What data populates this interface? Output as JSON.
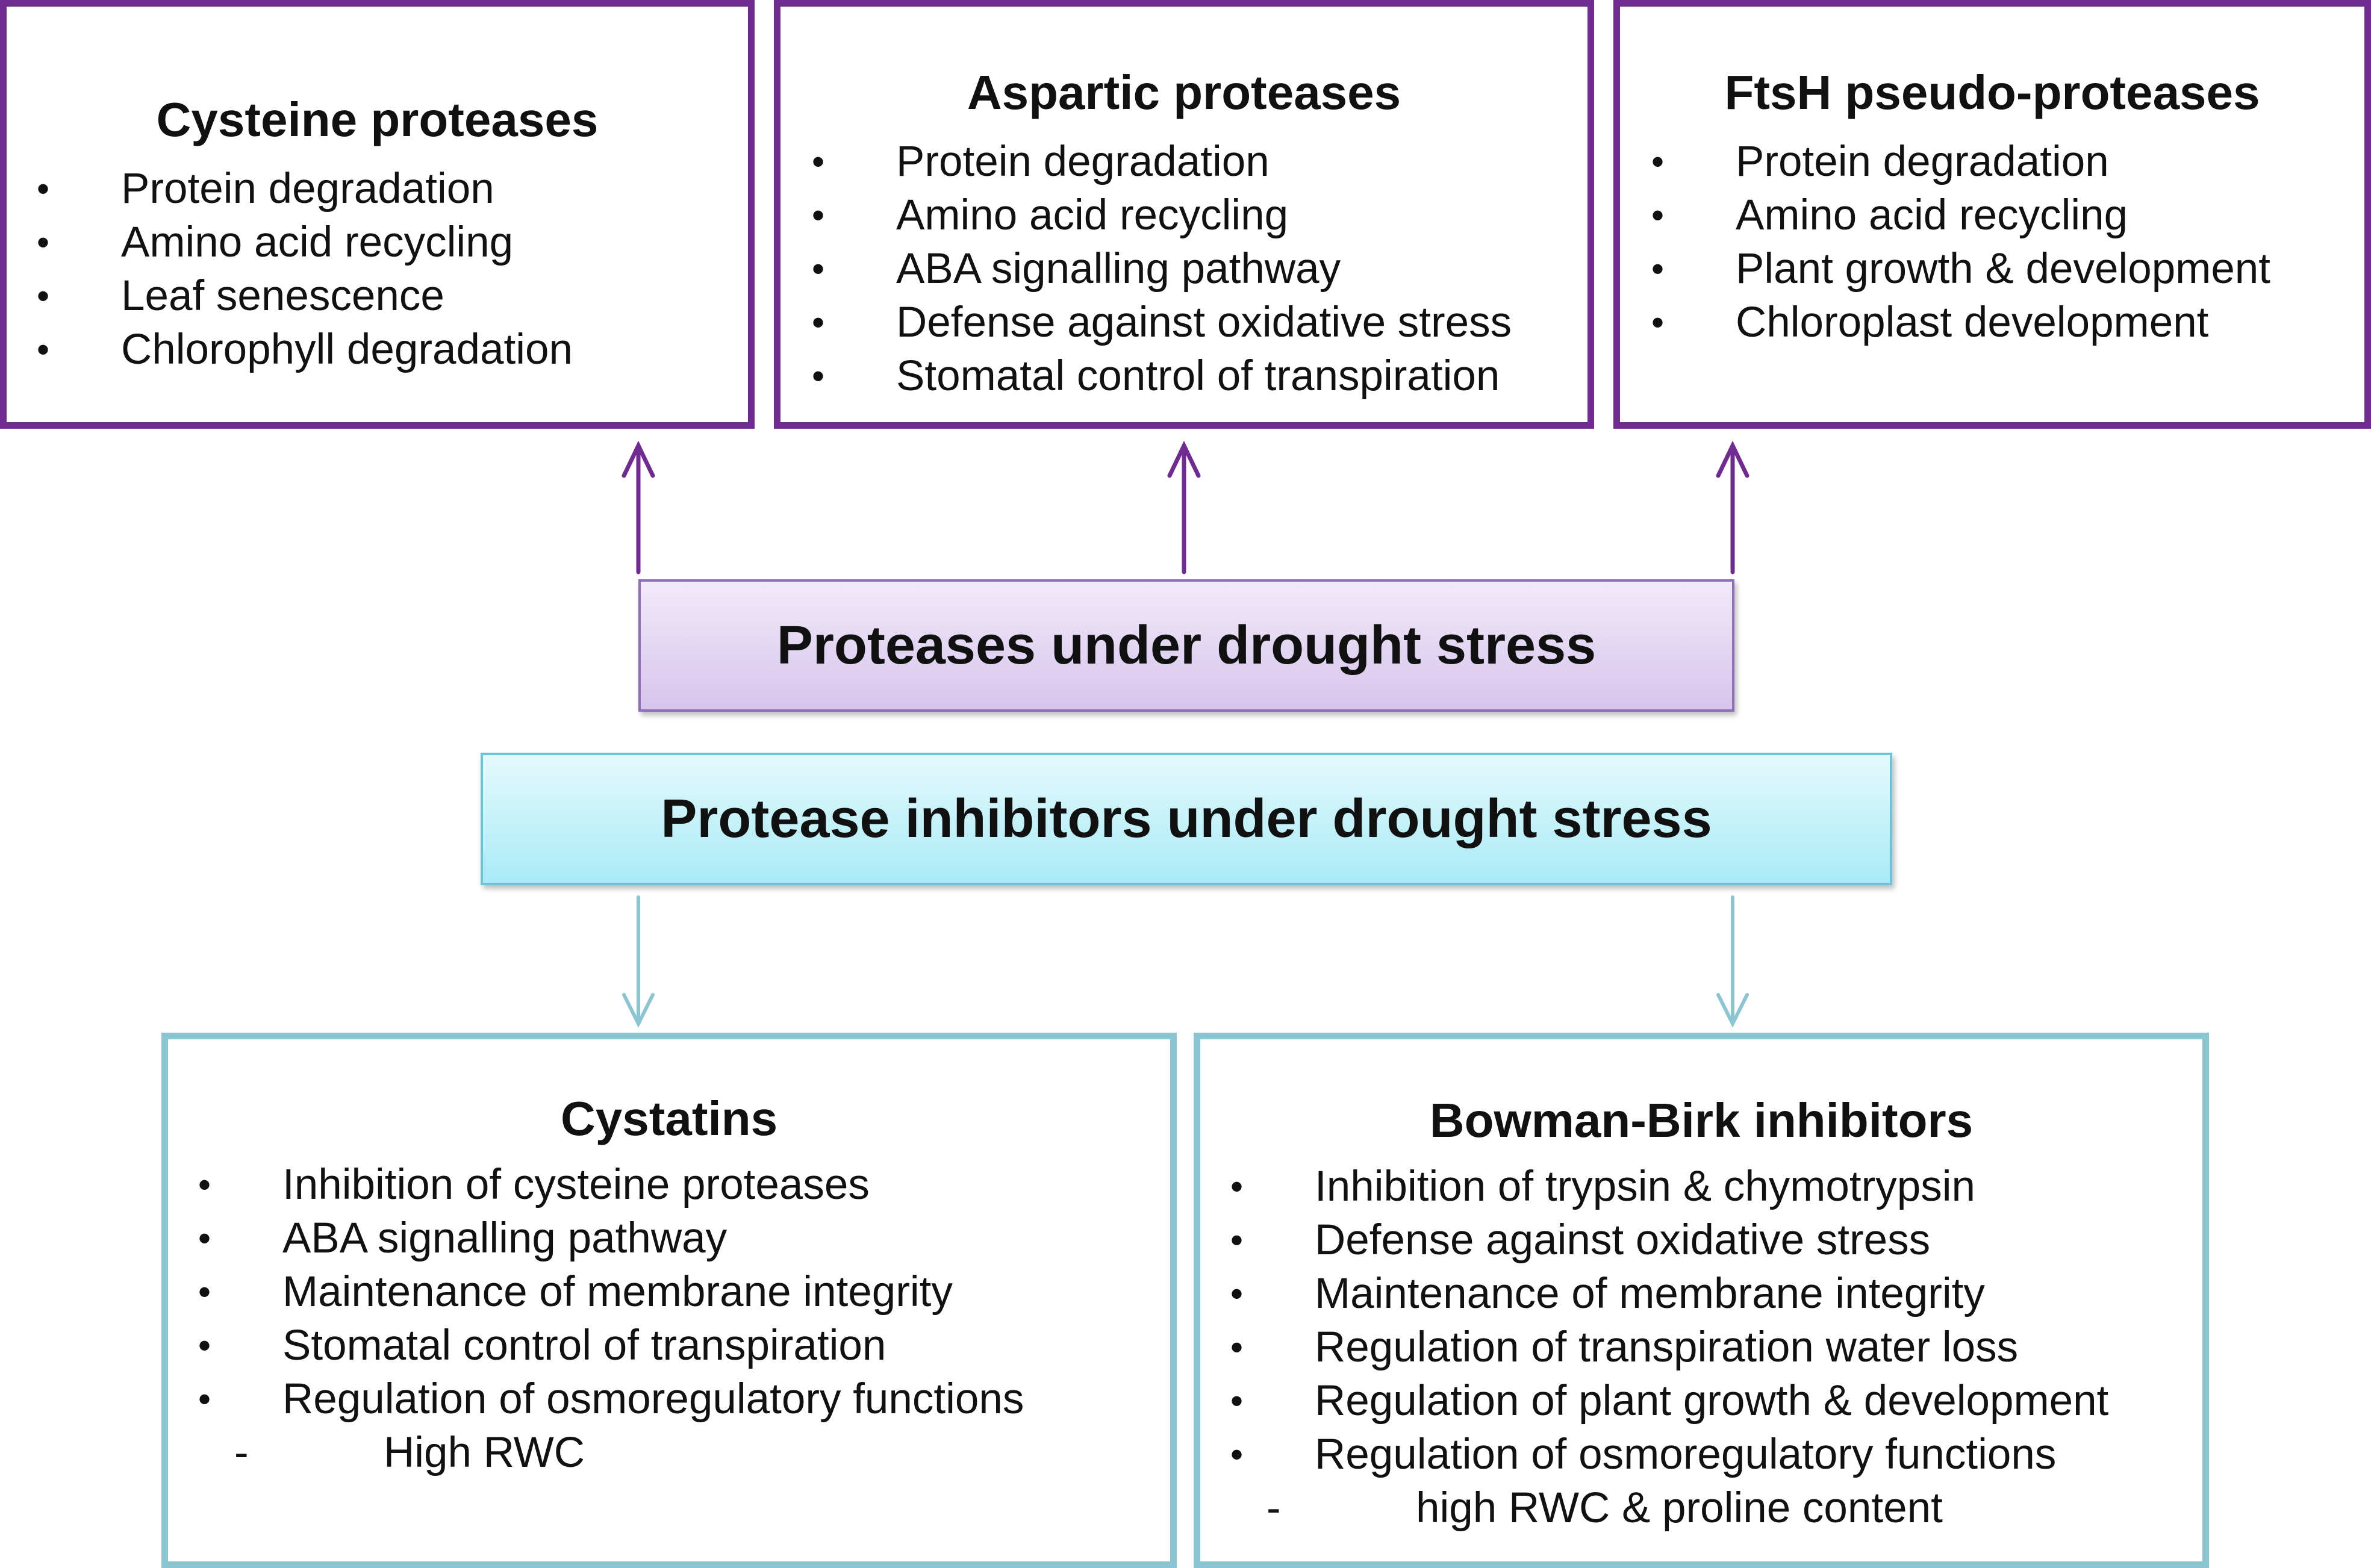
{
  "colors": {
    "purple": "#6f2b91",
    "blue": "#8cc5d2",
    "proteases_fill": "#e6dbf5",
    "inhibitors_fill": "#c8f1fa"
  },
  "cysteine": {
    "title": "Cysteine proteases",
    "items": [
      "Protein degradation",
      "Amino acid recycling",
      "Leaf senescence",
      "Chlorophyll degradation"
    ]
  },
  "aspartic": {
    "title": "Aspartic proteases",
    "items": [
      "Protein degradation",
      "Amino acid recycling",
      "ABA signalling pathway",
      "Defense against oxidative stress",
      "Stomatal control of transpiration"
    ]
  },
  "ftsh": {
    "title": "FtsH pseudo-proteases",
    "items": [
      "Protein degradation",
      "Amino acid recycling",
      "Plant growth & development",
      "Chloroplast development"
    ]
  },
  "proteases_center": "Proteases under drought stress",
  "inhibitors_center": "Protease inhibitors under drought stress",
  "cystatins": {
    "title": "Cystatins",
    "items": [
      "Inhibition of cysteine proteases",
      "ABA signalling pathway",
      "Maintenance of membrane integrity",
      "Stomatal control of transpiration",
      "Regulation of osmoregulatory functions"
    ],
    "sub_item": "High RWC"
  },
  "bowman": {
    "title": "Bowman-Birk inhibitors",
    "items": [
      "Inhibition of trypsin & chymotrypsin",
      "Defense against oxidative stress",
      "Maintenance of membrane integrity",
      "Regulation of transpiration water loss",
      "Regulation of plant growth & development",
      "Regulation of osmoregulatory functions"
    ],
    "sub_item": "high RWC & proline content"
  }
}
